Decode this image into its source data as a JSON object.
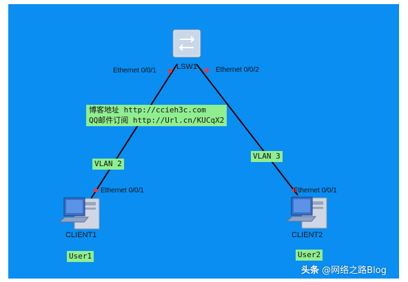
{
  "colors": {
    "canvas_bg": "#0a8ef2",
    "label_bg": "#90ee90",
    "link_line": "#000000",
    "port_dot": "#ff3333"
  },
  "switch": {
    "name": "LSW1",
    "icon": "switch-icon"
  },
  "ports": {
    "sw_left": "Ethernet 0/0/1",
    "sw_right": "Ethernet 0/0/2",
    "client1": "Ethernet 0/0/1",
    "client2": "Ethernet 0/0/1"
  },
  "links": {
    "left_vlan": "VLAN 2",
    "right_vlan": "VLAN 3"
  },
  "clients": [
    {
      "name": "CLIENT1",
      "user": "User1",
      "icon": "pc-icon"
    },
    {
      "name": "CLIENT2",
      "user": "User2",
      "icon": "pc-icon"
    }
  ],
  "info": {
    "line1": "博客地址 http://ccieh3c.com",
    "line2": "QQ邮件订阅 http://Url.cn/KUCqX2"
  },
  "watermark": {
    "brand": "头条",
    "handle": "@网络之路Blog"
  }
}
